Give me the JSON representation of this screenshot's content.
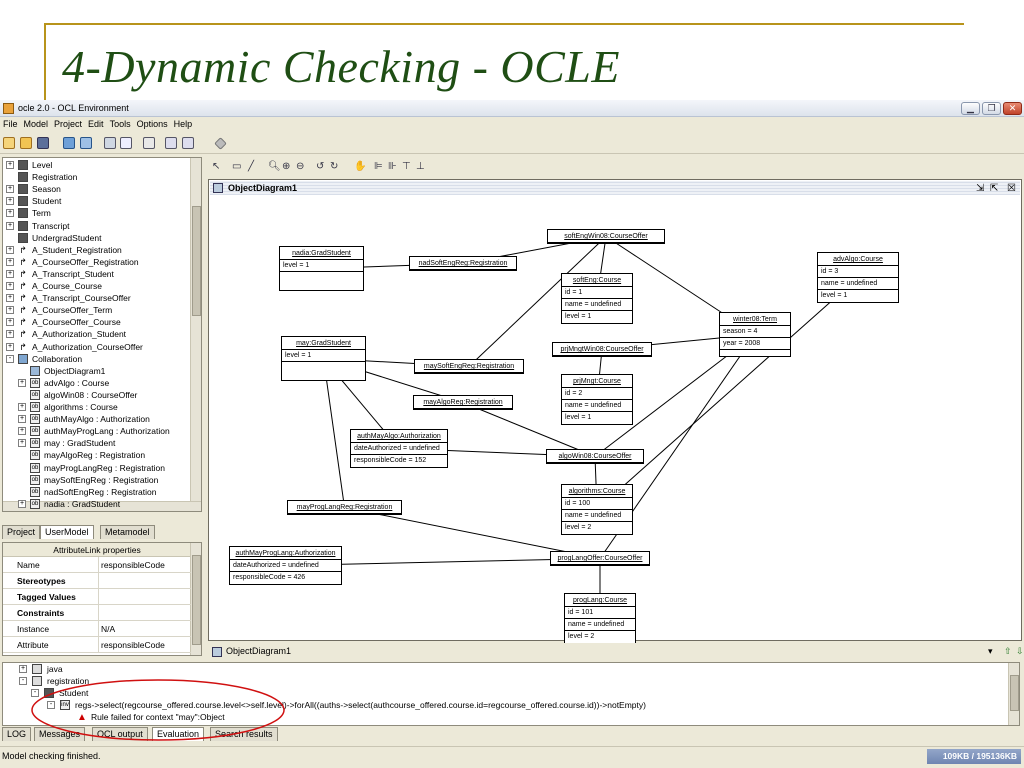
{
  "slide": {
    "title": "4-Dynamic Checking - OCLE"
  },
  "window": {
    "title": "ocle 2.0 - OCL Environment"
  },
  "menu": [
    "File",
    "Model",
    "Project",
    "Edit",
    "Tools",
    "Options",
    "Help"
  ],
  "tree": [
    {
      "label": "Level",
      "exp": "+",
      "icon": "class"
    },
    {
      "label": "Registration",
      "exp": "",
      "icon": "class"
    },
    {
      "label": "Season",
      "exp": "+",
      "icon": "class"
    },
    {
      "label": "Student",
      "exp": "+",
      "icon": "class"
    },
    {
      "label": "Term",
      "exp": "+",
      "icon": "class"
    },
    {
      "label": "Transcript",
      "exp": "+",
      "icon": "class"
    },
    {
      "label": "UndergradStudent",
      "exp": "",
      "icon": "class"
    },
    {
      "label": "A_Student_Registration",
      "exp": "+",
      "icon": "assoc"
    },
    {
      "label": "A_CourseOffer_Registration",
      "exp": "+",
      "icon": "assoc"
    },
    {
      "label": "A_Transcript_Student",
      "exp": "+",
      "icon": "assoc"
    },
    {
      "label": "A_Course_Course",
      "exp": "+",
      "icon": "assoc"
    },
    {
      "label": "A_Transcript_CourseOffer",
      "exp": "+",
      "icon": "assoc"
    },
    {
      "label": "A_CourseOffer_Term",
      "exp": "+",
      "icon": "assoc"
    },
    {
      "label": "A_CourseOffer_Course",
      "exp": "+",
      "icon": "assoc"
    },
    {
      "label": "A_Authorization_Student",
      "exp": "+",
      "icon": "assoc"
    },
    {
      "label": "A_Authorization_CourseOffer",
      "exp": "+",
      "icon": "assoc"
    },
    {
      "label": "Collaboration",
      "exp": "-",
      "icon": "collab"
    },
    {
      "label": "ObjectDiagram1",
      "exp": "",
      "icon": "diagram",
      "indent": 1
    },
    {
      "label": "advAlgo : Course",
      "exp": "+",
      "icon": "obj",
      "indent": 1
    },
    {
      "label": "algoWin08 : CourseOffer",
      "exp": "",
      "icon": "obj",
      "indent": 1
    },
    {
      "label": "algorithms : Course",
      "exp": "+",
      "icon": "obj",
      "indent": 1
    },
    {
      "label": "authMayAlgo : Authorization",
      "exp": "+",
      "icon": "obj",
      "indent": 1
    },
    {
      "label": "authMayProgLang : Authorization",
      "exp": "+",
      "icon": "obj",
      "indent": 1
    },
    {
      "label": "may : GradStudent",
      "exp": "+",
      "icon": "obj",
      "indent": 1
    },
    {
      "label": "mayAlgoReg : Registration",
      "exp": "",
      "icon": "obj",
      "indent": 1
    },
    {
      "label": "mayProgLangReg : Registration",
      "exp": "",
      "icon": "obj",
      "indent": 1
    },
    {
      "label": "maySoftEngReg : Registration",
      "exp": "",
      "icon": "obj",
      "indent": 1
    },
    {
      "label": "nadSoftEngReg : Registration",
      "exp": "",
      "icon": "obj",
      "indent": 1
    },
    {
      "label": "nadia : GradStudent",
      "exp": "+",
      "icon": "obj",
      "indent": 1
    }
  ],
  "left_tabs": [
    "Project",
    "UserModel",
    "Metamodel"
  ],
  "properties": {
    "header": "AttributeLink properties",
    "rows": [
      {
        "k": "Name",
        "v": "responsibleCode",
        "bold": false
      },
      {
        "k": "Stereotypes",
        "v": "",
        "bold": true
      },
      {
        "k": "Tagged Values",
        "v": "",
        "bold": true
      },
      {
        "k": "Constraints",
        "v": "",
        "bold": true
      },
      {
        "k": "Instance",
        "v": "N/A",
        "bold": false
      },
      {
        "k": "Attribute",
        "v": "responsibleCode",
        "bold": false
      }
    ]
  },
  "diagram": {
    "title": "ObjectDiagram1",
    "tab_label": "ObjectDiagram1",
    "objects": {
      "softEngWin08": {
        "head": "softEngWin08:CourseOffer",
        "attrs": []
      },
      "nadia": {
        "head": "nadia:GradStudent",
        "attrs": [
          "level = 1"
        ]
      },
      "nadSoftEngReg": {
        "head": "nadSoftEngReg:Registration",
        "attrs": []
      },
      "softEng": {
        "head": "softEng:Course",
        "attrs": [
          "id = 1",
          "name = undefined",
          "level = 1"
        ]
      },
      "advAlgo": {
        "head": "advAlgo:Course",
        "attrs": [
          "id = 3",
          "name = undefined",
          "level = 1"
        ]
      },
      "winter08": {
        "head": "winter08:Term",
        "attrs": [
          "season = 4",
          "year = 2008"
        ]
      },
      "may": {
        "head": "may:GradStudent",
        "attrs": [
          "level = 1"
        ]
      },
      "prjMngtWin08": {
        "head": "prjMngtWin08:CourseOffer",
        "attrs": []
      },
      "maySoftEngReg": {
        "head": "maySoftEngReg:Registration",
        "attrs": []
      },
      "prjMngt": {
        "head": "prjMngt:Course",
        "attrs": [
          "id = 2",
          "name = undefined",
          "level = 1"
        ]
      },
      "mayAlgoReg": {
        "head": "mayAlgoReg:Registration",
        "attrs": []
      },
      "authMayAlgo": {
        "head": "authMayAlgo:Authorization",
        "attrs": [
          "dateAuthorized = undefined",
          "responsibleCode = 152"
        ]
      },
      "algoWin08": {
        "head": "algoWin08:CourseOffer",
        "attrs": []
      },
      "algorithms": {
        "head": "algorithms:Course",
        "attrs": [
          "id = 100",
          "name = undefined",
          "level = 2"
        ]
      },
      "mayProgLangReg": {
        "head": "mayProgLangReg:Registration",
        "attrs": []
      },
      "authMayProgLang": {
        "head": "authMayProgLang:Authorization",
        "attrs": [
          "dateAuthorized = undefined",
          "responsibleCode = 426"
        ]
      },
      "progLangOffer": {
        "head": "progLangOffer:CourseOffer",
        "attrs": []
      },
      "progLang": {
        "head": "progLang:Course",
        "attrs": [
          "id = 101",
          "name = undefined",
          "level = 2"
        ]
      }
    }
  },
  "evaluation": {
    "rows": [
      "java",
      "registration",
      "Student",
      "regs->select(regcourse_offered.course.level<>self.level)->forAll((auths->select(authcourse_offered.course.id=regcourse_offered.course.id))->notEmpty)",
      "Rule failed for context \"may\":Object"
    ]
  },
  "bottom_tabs": [
    "LOG",
    "Messages",
    "OCL output",
    "Evaluation",
    "Search results"
  ],
  "status": {
    "text": "Model checking finished.",
    "memory": "109KB / 195136KB"
  },
  "colors": {
    "slide_title": "#1f4e14",
    "accent_line": "#b8941b",
    "highlight_ellipse": "#d01010"
  }
}
